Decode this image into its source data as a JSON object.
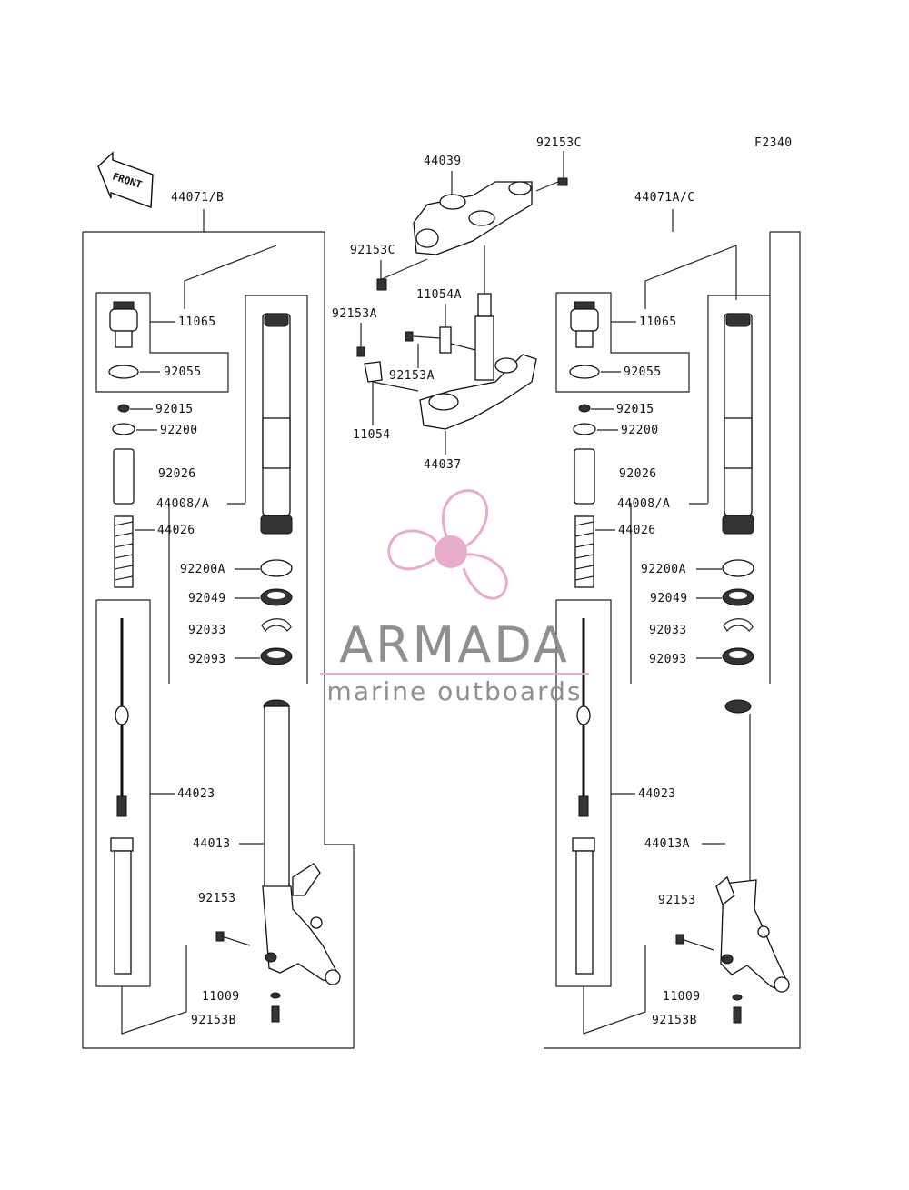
{
  "figure_code": "F2340",
  "front_arrow": {
    "text": "FRONT",
    "icon": "front-arrow-icon"
  },
  "left_assembly": {
    "title": "44071/B",
    "labels": [
      "11065",
      "92055",
      "92015",
      "92200",
      "92026",
      "44008/A",
      "44026",
      "92200A",
      "92049",
      "92033",
      "92093",
      "44023",
      "44013",
      "92153",
      "11009",
      "92153B"
    ]
  },
  "right_assembly": {
    "title": "44071A/C",
    "labels": [
      "11065",
      "92055",
      "92015",
      "92200",
      "92026",
      "44008/A",
      "44026",
      "92200A",
      "92049",
      "92033",
      "92093",
      "44023",
      "44013A",
      "92153",
      "11009",
      "92153B"
    ]
  },
  "center_assembly": {
    "labels": [
      "92153C",
      "44039",
      "92153C",
      "11054A",
      "92153A",
      "92153A",
      "11054",
      "44037"
    ]
  },
  "watermark": {
    "brand": "ARMADA",
    "tagline": "marine outboards",
    "logo_icon": "propeller-logo-icon",
    "color": "#e7a9c6"
  }
}
